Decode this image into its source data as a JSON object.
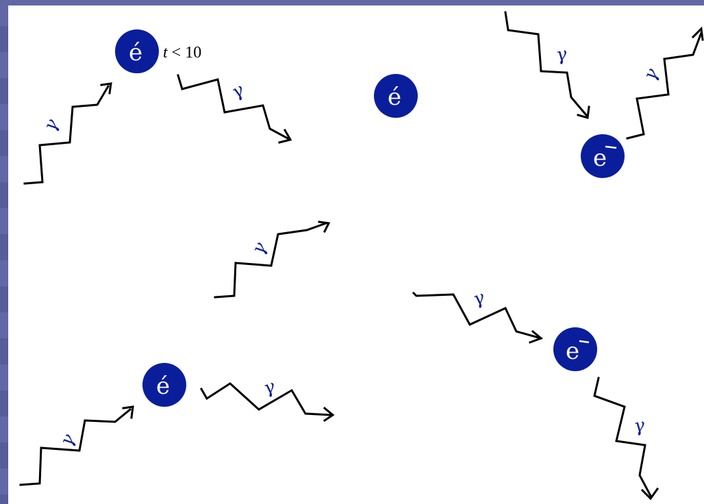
{
  "labels": {
    "electron_primed": "é",
    "electron": "e",
    "photon": "γ",
    "photon_rotated": "γ",
    "time_var": "t",
    "time_cond": " < 10"
  },
  "colors": {
    "electron_fill": "#0a1e9c",
    "photon_label": "#0a1e9c",
    "background": "#ffffff",
    "frame": "#5a5f9e"
  }
}
